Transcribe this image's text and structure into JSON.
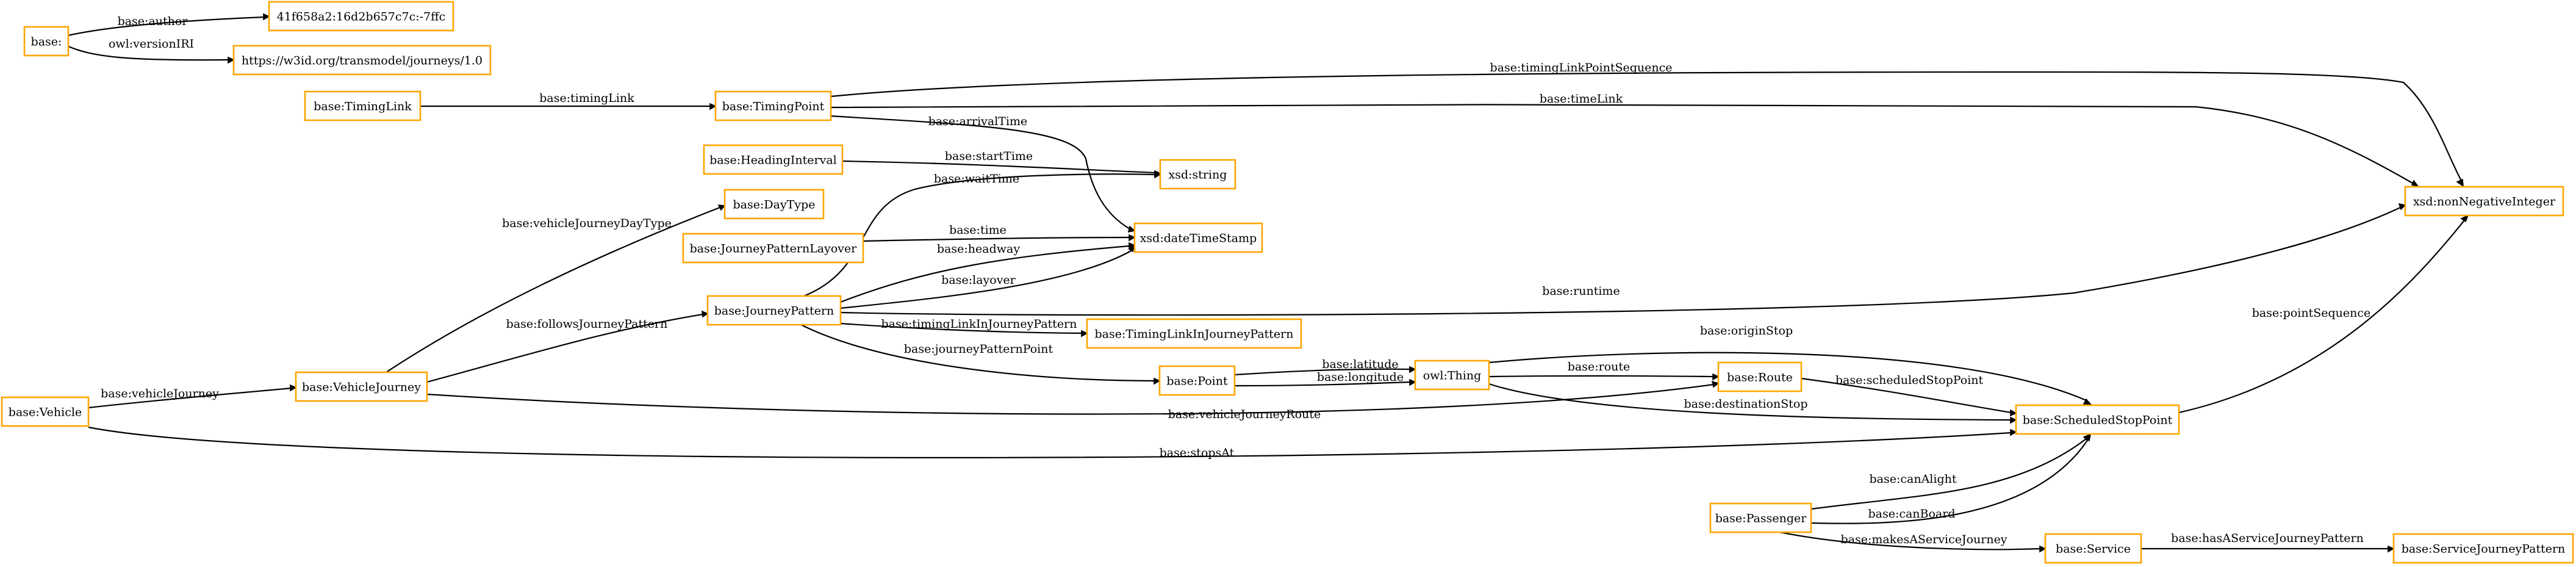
{
  "nodes": [
    {
      "id": "base_root",
      "label": "base:"
    },
    {
      "id": "author_val",
      "label": "41f658a2:16d2b657c7c:-7ffc"
    },
    {
      "id": "version_iri",
      "label": "https://w3id.org/transmodel/journeys/1.0"
    },
    {
      "id": "timing_link",
      "label": "base:TimingLink"
    },
    {
      "id": "timing_point",
      "label": "base:TimingPoint"
    },
    {
      "id": "heading_interval",
      "label": "base:HeadingInterval"
    },
    {
      "id": "xsd_string",
      "label": "xsd:string"
    },
    {
      "id": "day_type",
      "label": "base:DayType"
    },
    {
      "id": "jp_layover",
      "label": "base:JourneyPatternLayover"
    },
    {
      "id": "xsd_datetimestamp",
      "label": "xsd:dateTimeStamp"
    },
    {
      "id": "xsd_nonneg",
      "label": "xsd:nonNegativeInteger"
    },
    {
      "id": "journey_pattern",
      "label": "base:JourneyPattern"
    },
    {
      "id": "tl_in_jp",
      "label": "base:TimingLinkInJourneyPattern"
    },
    {
      "id": "vehicle",
      "label": "base:Vehicle"
    },
    {
      "id": "vehicle_journey",
      "label": "base:VehicleJourney"
    },
    {
      "id": "point",
      "label": "base:Point"
    },
    {
      "id": "owl_thing",
      "label": "owl:Thing"
    },
    {
      "id": "route",
      "label": "base:Route"
    },
    {
      "id": "scheduled_stop_point",
      "label": "base:ScheduledStopPoint"
    },
    {
      "id": "passenger",
      "label": "base:Passenger"
    },
    {
      "id": "service",
      "label": "base:Service"
    },
    {
      "id": "service_journey_pattern",
      "label": "base:ServiceJourneyPattern"
    }
  ],
  "edges": [
    {
      "id": "e_author",
      "label": "base:author",
      "from": "base_root",
      "to": "author_val"
    },
    {
      "id": "e_version",
      "label": "owl:versionIRI",
      "from": "base_root",
      "to": "version_iri"
    },
    {
      "id": "e_timinglink",
      "label": "base:timingLink",
      "from": "timing_link",
      "to": "timing_point"
    },
    {
      "id": "e_tlps",
      "label": "base:timingLinkPointSequence",
      "from": "timing_point",
      "to": "xsd_nonneg"
    },
    {
      "id": "e_timelink",
      "label": "base:timeLink",
      "from": "timing_point",
      "to": "xsd_nonneg"
    },
    {
      "id": "e_arrival",
      "label": "base:arrivalTime",
      "from": "timing_point",
      "to": "xsd_datetimestamp"
    },
    {
      "id": "e_starttime",
      "label": "base:startTime",
      "from": "heading_interval",
      "to": "xsd_string"
    },
    {
      "id": "e_waittime",
      "label": "base:waitTime",
      "from": "journey_pattern",
      "to": "xsd_string"
    },
    {
      "id": "e_vjdaytype",
      "label": "base:vehicleJourneyDayType",
      "from": "vehicle_journey",
      "to": "day_type"
    },
    {
      "id": "e_time",
      "label": "base:time",
      "from": "jp_layover",
      "to": "xsd_datetimestamp"
    },
    {
      "id": "e_headway",
      "label": "base:headway",
      "from": "journey_pattern",
      "to": "xsd_datetimestamp"
    },
    {
      "id": "e_layover",
      "label": "base:layover",
      "from": "journey_pattern",
      "to": "xsd_datetimestamp"
    },
    {
      "id": "e_runtime",
      "label": "base:runtime",
      "from": "journey_pattern",
      "to": "xsd_nonneg"
    },
    {
      "id": "e_followsjp",
      "label": "base:followsJourneyPattern",
      "from": "vehicle_journey",
      "to": "journey_pattern"
    },
    {
      "id": "e_tlinjp",
      "label": "base:timingLinkInJourneyPattern",
      "from": "journey_pattern",
      "to": "tl_in_jp"
    },
    {
      "id": "e_jppoint",
      "label": "base:journeyPatternPoint",
      "from": "journey_pattern",
      "to": "point"
    },
    {
      "id": "e_latitude",
      "label": "base:latitude",
      "from": "point",
      "to": "owl_thing"
    },
    {
      "id": "e_longitude",
      "label": "base:longitude",
      "from": "point",
      "to": "owl_thing"
    },
    {
      "id": "e_originstop",
      "label": "base:originStop",
      "from": "owl_thing",
      "to": "scheduled_stop_point"
    },
    {
      "id": "e_route",
      "label": "base:route",
      "from": "owl_thing",
      "to": "route"
    },
    {
      "id": "e_deststop",
      "label": "base:destinationStop",
      "from": "owl_thing",
      "to": "scheduled_stop_point"
    },
    {
      "id": "e_schedstop",
      "label": "base:scheduledStopPoint",
      "from": "route",
      "to": "scheduled_stop_point"
    },
    {
      "id": "e_pointseq",
      "label": "base:pointSequence",
      "from": "scheduled_stop_point",
      "to": "xsd_nonneg"
    },
    {
      "id": "e_vehiclejourney",
      "label": "base:vehicleJourney",
      "from": "vehicle",
      "to": "vehicle_journey"
    },
    {
      "id": "e_vjroute",
      "label": "base:vehicleJourneyRoute",
      "from": "vehicle_journey",
      "to": "route"
    },
    {
      "id": "e_stopsat",
      "label": "base:stopsAt",
      "from": "vehicle",
      "to": "scheduled_stop_point"
    },
    {
      "id": "e_canalight",
      "label": "base:canAlight",
      "from": "passenger",
      "to": "scheduled_stop_point"
    },
    {
      "id": "e_canboard",
      "label": "base:canBoard",
      "from": "passenger",
      "to": "scheduled_stop_point"
    },
    {
      "id": "e_makessj",
      "label": "base:makesAServiceJourney",
      "from": "passenger",
      "to": "service"
    },
    {
      "id": "e_hassjp",
      "label": "base:hasAServiceJourneyPattern",
      "from": "service",
      "to": "service_journey_pattern"
    }
  ]
}
